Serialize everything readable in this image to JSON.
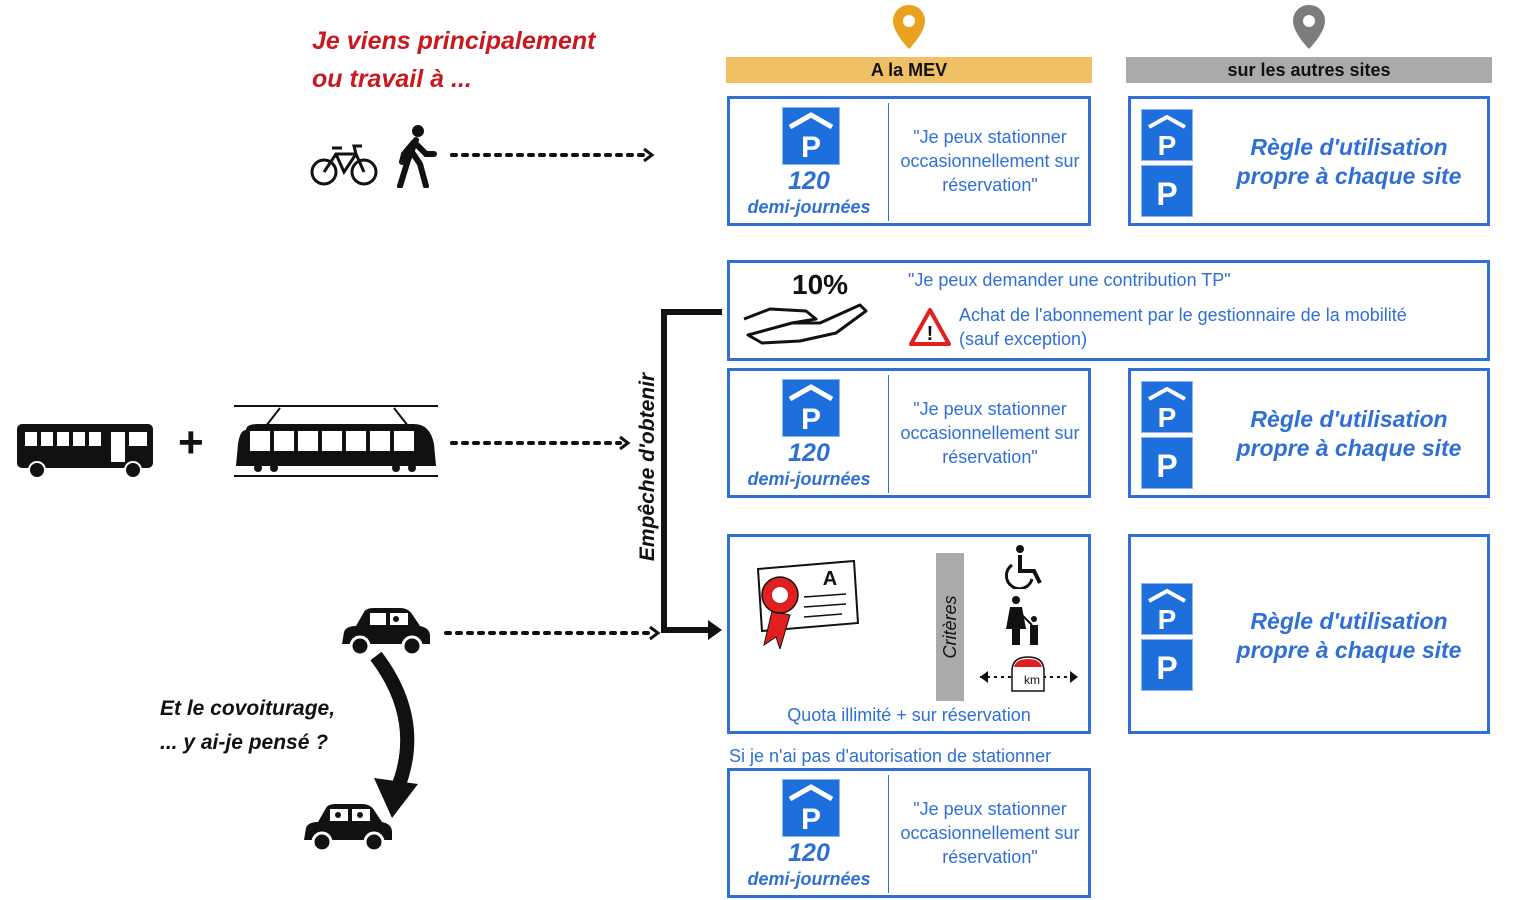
{
  "question": {
    "line1": "Je viens principalement",
    "line2": "ou travail à ..."
  },
  "columns": {
    "mev": "A la MEV",
    "other_sites": "sur les autres sites"
  },
  "colors": {
    "mev_accent": "#f0c164",
    "other_accent": "#a9abaa",
    "pin_mev": "#e8a220",
    "pin_other": "#7a7d7c",
    "box_border": "#2f6fd6",
    "title_red": "#c8191e",
    "warning_red": "#e02020"
  },
  "parking": {
    "quota_number": "120",
    "quota_unit": "demi-journées",
    "quote_line1": "\"Je peux stationner",
    "quote_line2": "occasionnellement sur",
    "quote_line3": "réservation\"",
    "rule_line1": "Règle d'utilisation",
    "rule_line2": "propre à chaque site"
  },
  "tp": {
    "percent": "10%",
    "contribution": "\"Je peux demander une contribution TP\"",
    "warning_line1": "Achat de l'abonnement par le gestionnaire de la mobilité",
    "warning_line2": "(sauf exception)"
  },
  "bracket_label": "Empêche d'obtenir",
  "criteria": {
    "label": "Critères",
    "quota_text": "Quota illimité + sur réservation",
    "km_badge": "km"
  },
  "no_authorization": "Si je n'ai pas d'autorisation de stationner",
  "carpool": {
    "line1": "Et le covoiturage,",
    "line2": "... y ai-je pensé ?"
  },
  "plus_sign": "+",
  "icons": [
    "bicycle-icon",
    "pedestrian-icon",
    "bus-icon",
    "tram-icon",
    "car-icon",
    "carpool-car-icon",
    "parking-sign-icon",
    "hand-money-icon",
    "warning-icon",
    "permit-card-icon",
    "wheelchair-icon",
    "parent-child-icon",
    "distance-km-icon",
    "location-pin-icon"
  ]
}
